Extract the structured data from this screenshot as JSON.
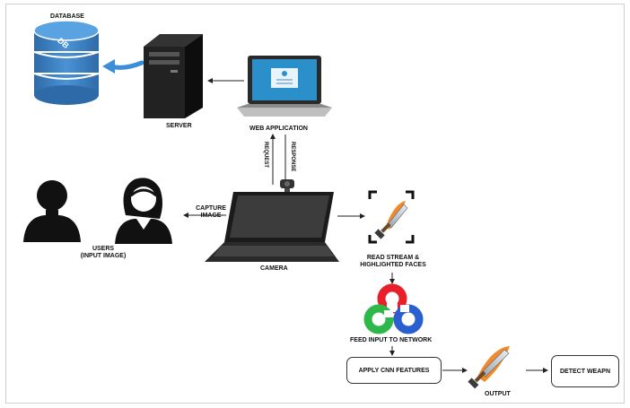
{
  "labels": {
    "database": "DATABASE",
    "db_text": "DB",
    "server": "SERVER",
    "web_application": "WEB APPLICATION",
    "request": "REQUEST",
    "response": "RESPONSE",
    "capture_line1": "CAPTURE",
    "capture_line2": "IMAGE",
    "users_line1": "USERS",
    "users_line2": "(INPUT IMAGE)",
    "camera": "CAMERA",
    "read_stream_line1": "READ STREAM &",
    "read_stream_line2": "HIGHLIGHTED FACES",
    "feed_input": "FEED INPUT TO NETWORK",
    "apply_cnn": "APPLY CNN  FEATURES",
    "output": "OUTPUT",
    "detect_weapon": "DETECT WEAPN"
  },
  "colors": {
    "db_blue": "#3a7fc4",
    "arrow_blue": "#3a8fd8",
    "opencv_red": "#e8202a",
    "opencv_green": "#2fb84a",
    "opencv_blue": "#2a5fd0"
  }
}
